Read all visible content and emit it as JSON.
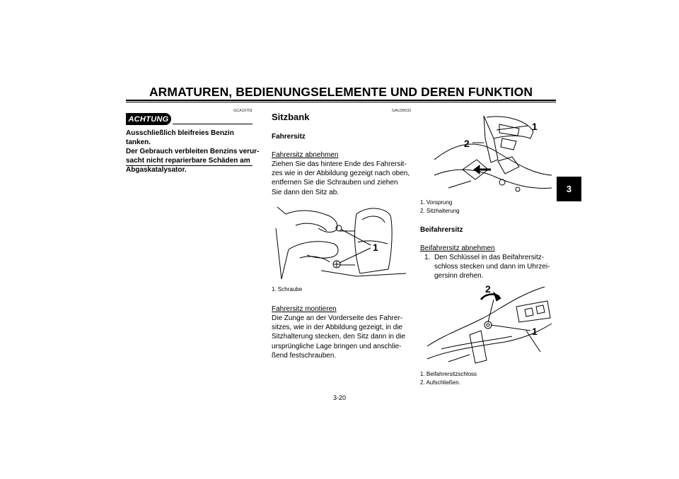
{
  "header": {
    "title": "ARMATUREN, BEDIENUNGSELEMENTE UND DEREN FUNKTION"
  },
  "chapter_tab": "3",
  "left": {
    "code": "GCA10701",
    "badge": "ACHTUNG",
    "caution_lines": [
      "Ausschließlich bleifreies Benzin tanken.",
      "Der Gebrauch verbleiten Benzins verur-",
      "sacht nicht reparierbare Schäden am",
      "Abgaskatalysator."
    ]
  },
  "middle": {
    "code": "GAU39032",
    "section_title": "Sitzbank",
    "subheading": "Fahrersitz",
    "remove": {
      "label": "Fahrersitz abnehmen",
      "lines": [
        "Ziehen Sie das hintere Ende des Fahrersit-",
        "zes wie in der Abbildung gezeigt nach oben,",
        "entfernen Sie die Schrauben und ziehen",
        "Sie dann den Sitz ab."
      ]
    },
    "figure": {
      "callouts": [
        "1"
      ],
      "legend": [
        "1. Schraube"
      ]
    },
    "install": {
      "label": "Fahrersitz montieren",
      "lines": [
        "Die Zunge an der Vorderseite des Fahrer-",
        "sitzes, wie in der Abbildung gezeigt, in die",
        "Sitzhalterung stecken, den Sitz dann in die",
        "ursprüngliche Lage bringen und anschlie-",
        "ßend festschrauben."
      ]
    }
  },
  "right": {
    "figure1": {
      "callouts": [
        "1",
        "2"
      ],
      "legend": [
        "1. Vorsprung",
        "2. Sitzhalterung"
      ]
    },
    "subheading": "Beifahrersitz",
    "remove_label": "Beifahrersitz abnehmen",
    "step": {
      "number": "1.",
      "lines": [
        "Den Schlüssel in das Beifahrersitz-",
        "schloss stecken und dann im Uhrzei-",
        "gersinn drehen."
      ]
    },
    "figure2": {
      "callouts": [
        "2",
        "1"
      ],
      "legend": [
        "1. Beifahrersitzschloss",
        "2. Aufschließen."
      ]
    }
  },
  "page_number": "3-20"
}
